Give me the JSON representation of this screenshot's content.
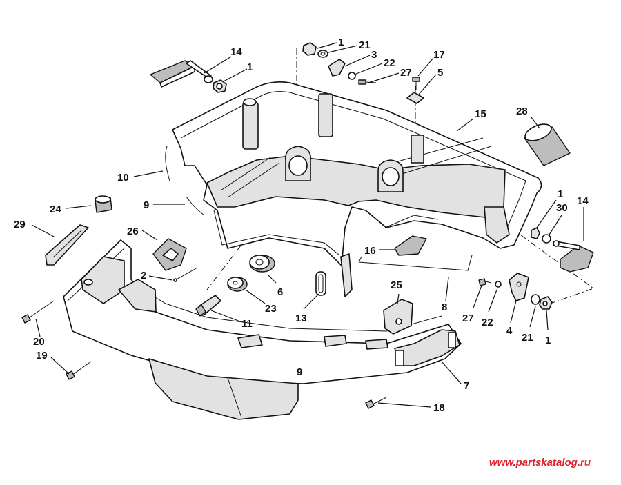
{
  "diagram": {
    "callouts": {
      "c1_top": "1",
      "c21_top": "21",
      "c3": "3",
      "c22_top": "22",
      "c27_top": "27",
      "c17": "17",
      "c5": "5",
      "c14_top": "14",
      "c1_left": "1",
      "c15": "15",
      "c28": "28",
      "c10": "10",
      "c9": "9",
      "c24": "24",
      "c29": "29",
      "c26": "26",
      "c2": "2",
      "c6": "6",
      "c23": "23",
      "c11": "11",
      "c13": "13",
      "c16": "16",
      "c25": "25",
      "c8": "8",
      "c27_right": "27",
      "c22_right": "22",
      "c4": "4",
      "c21_right": "21",
      "c1_right": "1",
      "c1_mid": "1",
      "c30": "30",
      "c14_right": "14",
      "c20": "20",
      "c19": "19",
      "c7": "7",
      "c18": "18"
    },
    "stamp": "9"
  },
  "watermark": "www.partskatalog.ru"
}
